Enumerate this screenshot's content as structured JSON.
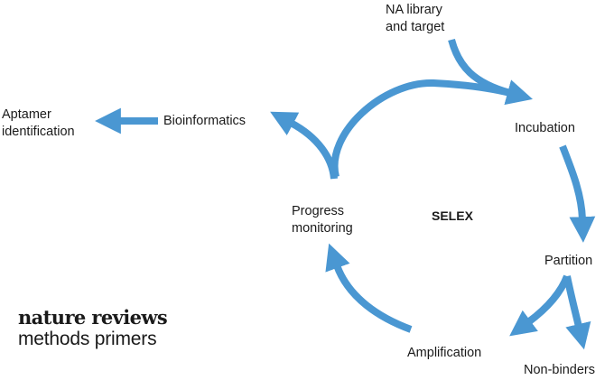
{
  "diagram": {
    "center_label": "SELEX",
    "nodes": {
      "na_library": [
        "NA library",
        "and target"
      ],
      "incubation": "Incubation",
      "partition": "Partition",
      "non_binders": "Non-binders",
      "amplification": "Amplification",
      "progress_monitoring": [
        "Progress",
        "monitoring"
      ],
      "bioinformatics": "Bioinformatics",
      "aptamer_identification": [
        "Aptamer",
        "identification"
      ]
    },
    "arrow_color": "#4a97d2"
  },
  "brand": {
    "line1": "nature reviews",
    "line2": "methods primers"
  }
}
